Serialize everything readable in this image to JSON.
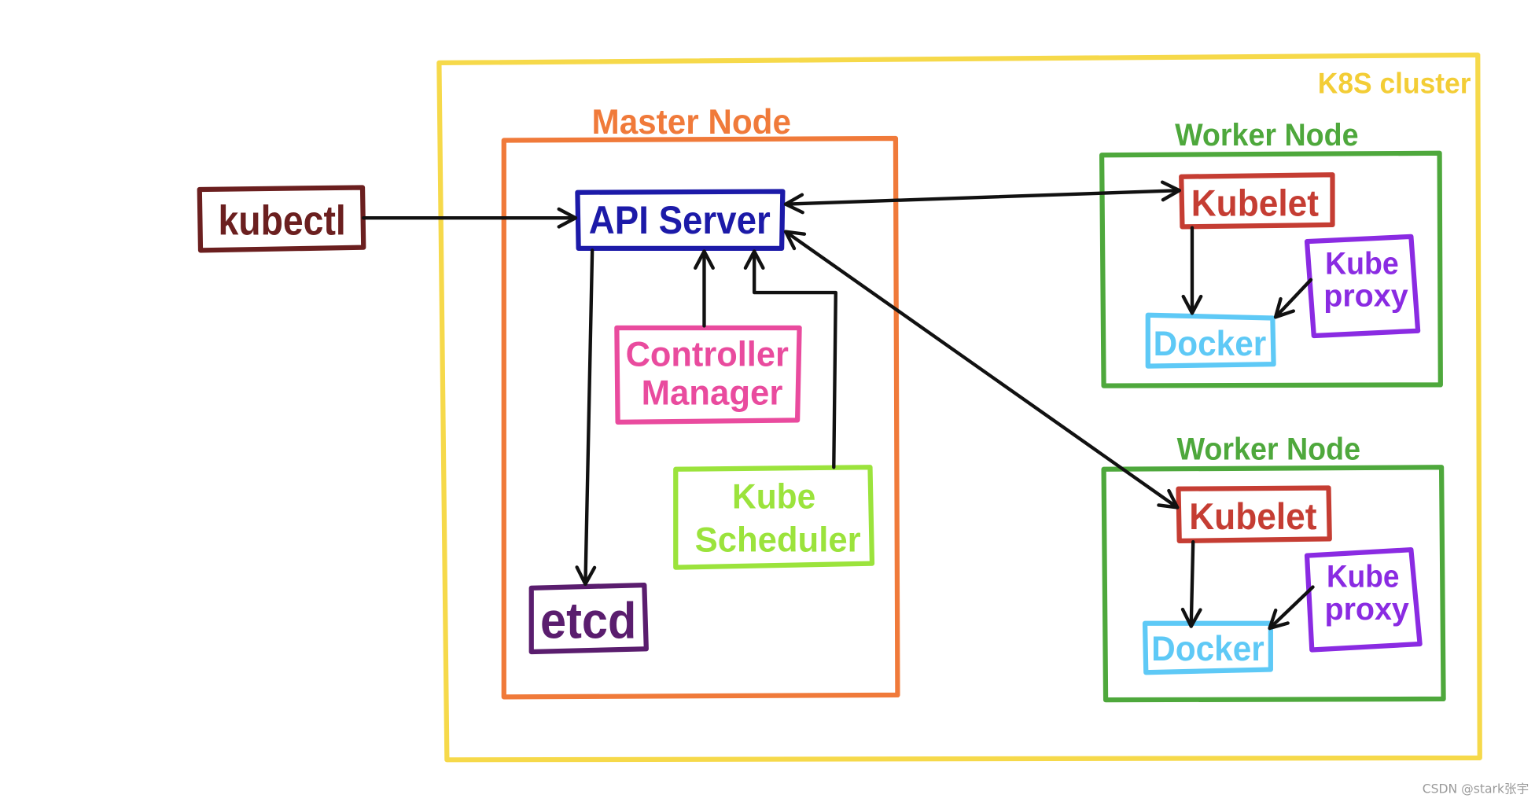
{
  "cluster": {
    "label": "K8S cluster"
  },
  "master_node": {
    "label": "Master Node"
  },
  "kubectl": {
    "label": "kubectl"
  },
  "api_server": {
    "label": "API Server"
  },
  "controller_manager": {
    "lines": [
      "Controller",
      "Manager"
    ]
  },
  "kube_scheduler": {
    "lines": [
      "Kube",
      "Scheduler"
    ]
  },
  "etcd": {
    "label": "etcd"
  },
  "worker_nodes": [
    {
      "label": "Worker Node",
      "kubelet": "Kubelet",
      "docker": "Docker",
      "kube_proxy": [
        "Kube",
        "proxy"
      ]
    },
    {
      "label": "Worker Node",
      "kubelet": "Kubelet",
      "docker": "Docker",
      "kube_proxy": [
        "Kube",
        "proxy"
      ]
    }
  ],
  "colors": {
    "background": "#ffffff",
    "cluster": "#f6d94a",
    "cluster_label": "#f3cd36",
    "master_node": "#f07a3a",
    "kubectl": "#6b1f1f",
    "api_server": "#1c1aa8",
    "controller_manager": "#e94b9e",
    "kube_scheduler": "#9be33c",
    "etcd": "#5a1d6e",
    "worker_node": "#4ea83c",
    "kubelet": "#c53d33",
    "docker": "#5ec9f6",
    "kube_proxy": "#8a2be2",
    "arrow": "#111111",
    "watermark": "#9a9a9a"
  },
  "watermark": "CSDN @stark张宇"
}
